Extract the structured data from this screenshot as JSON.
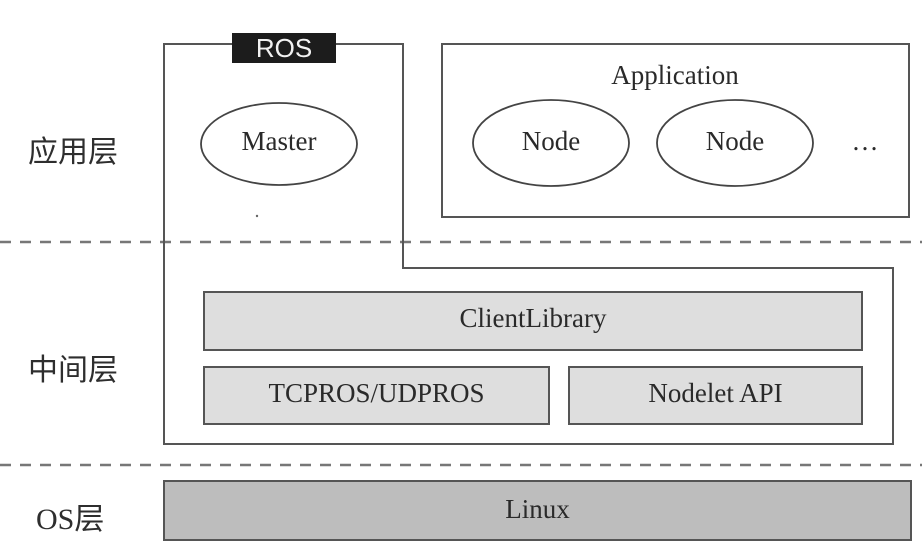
{
  "layers": {
    "application": "应用层",
    "middleware": "中间层",
    "os": "OS层"
  },
  "ros_box": {
    "title": "ROS",
    "master": "Master"
  },
  "application_box": {
    "title": "Application",
    "nodes": [
      "Node",
      "Node"
    ],
    "ellipsis": "…"
  },
  "middleware_box": {
    "client_library": "ClientLibrary",
    "transport": "TCPROS/UDPROS",
    "nodelet": "Nodelet API"
  },
  "os_box": {
    "linux": "Linux"
  },
  "colors": {
    "line": "#555555",
    "module_fill": "#dedede",
    "os_fill": "#bdbdbd",
    "ros_tag": "#1c1c1c"
  }
}
